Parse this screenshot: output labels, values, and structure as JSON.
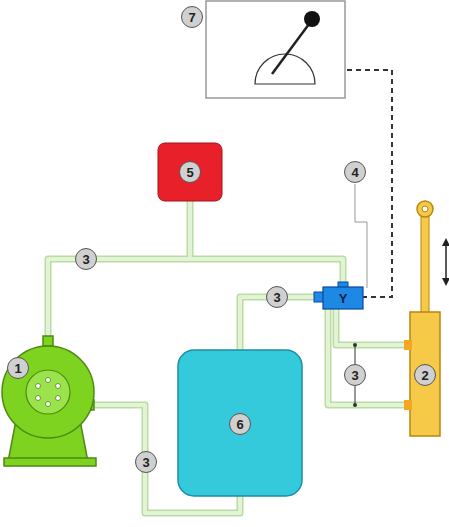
{
  "diagram": {
    "labels": [
      "7",
      "5",
      "4",
      "3",
      "Y",
      "3",
      "2",
      "1",
      "6",
      "3",
      "3"
    ]
  }
}
